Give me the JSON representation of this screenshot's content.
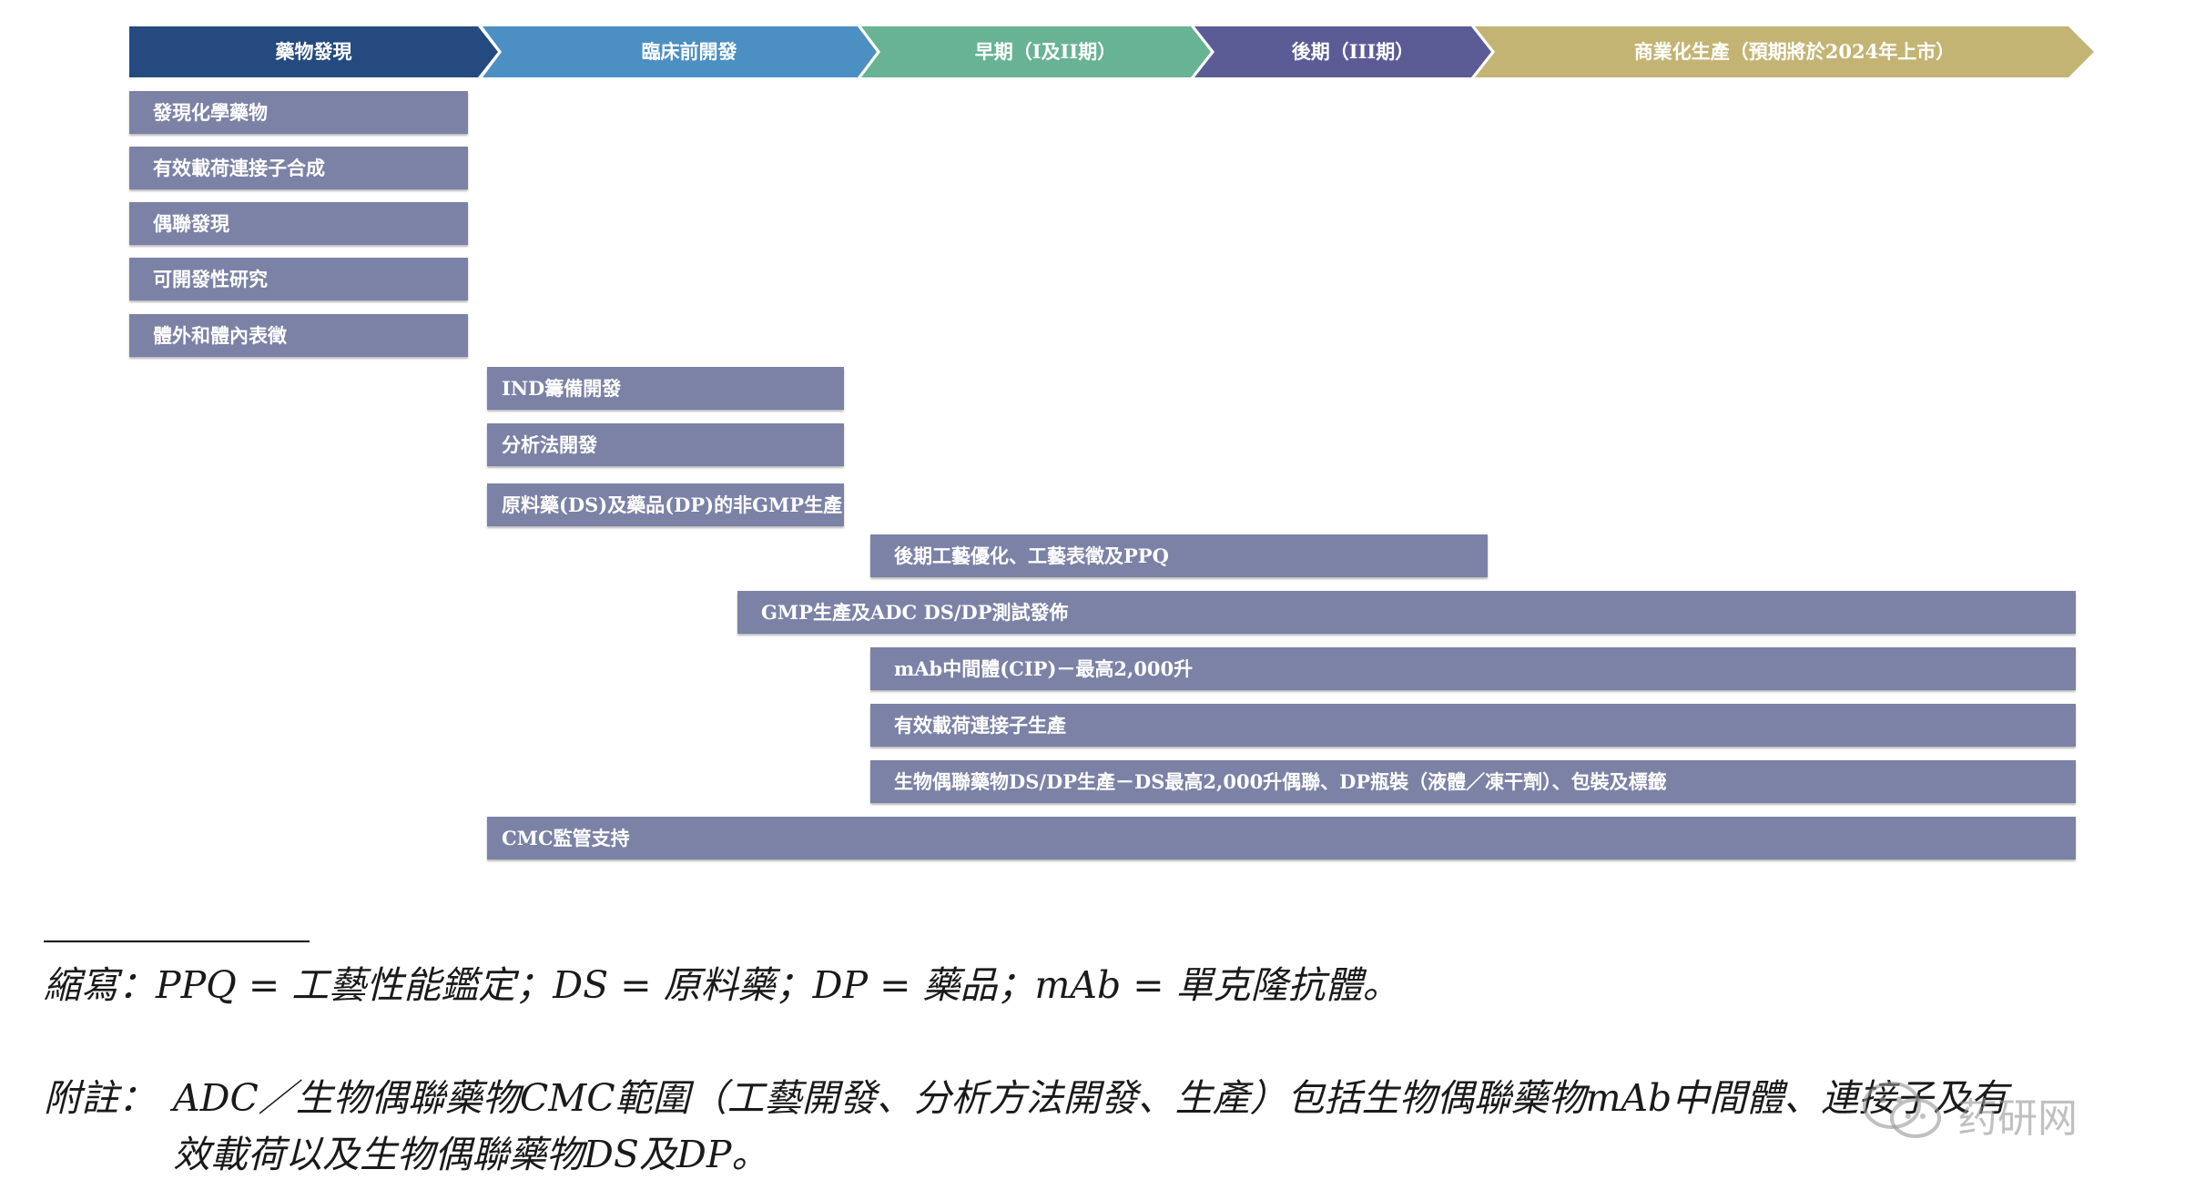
{
  "stages": [
    {
      "label": "藥物發現",
      "color": "#254a80"
    },
    {
      "label": "臨床前開發",
      "color": "#4b8fc3"
    },
    {
      "label": "早期（I及II期）",
      "color": "#67b394"
    },
    {
      "label": "後期（III期）",
      "color": "#5b5c96"
    },
    {
      "label": "商業化生產（預期將於2024年上市）",
      "color": "#c4b474"
    }
  ],
  "tasks": [
    "發現化學藥物",
    "有效載荷連接子合成",
    "偶聯發現",
    "可開發性研究",
    "體外和體內表徵",
    "IND籌備開發",
    "分析法開發",
    "原料藥(DS)及藥品(DP)的非GMP生產",
    "後期工藝優化、工藝表徵及PPQ",
    "GMP生產及ADC DS/DP測試發佈",
    "mAb中間體(CIP)－最高2,000升",
    "有效載荷連接子生產",
    "生物偶聯藥物DS/DP生產－DS最高2,000升偶聯、DP瓶裝（液體／凍干劑）、包裝及標籤",
    "CMC監管支持"
  ],
  "colors": {
    "task_bar": "#7b82a6"
  },
  "footnotes": {
    "abbreviations": "縮寫：PPQ = 工藝性能鑑定；DS = 原料藥；DP = 藥品；mAb = 單克隆抗體。",
    "note_label": "附註：",
    "note_line1": "ADC／生物偶聯藥物CMC範圍（工藝開發、分析方法開發、生產）包括生物偶聯藥物mAb中間體、連接子及有",
    "note_line2": "效載荷以及生物偶聯藥物DS及DP。"
  },
  "watermark": {
    "text": "药研网",
    "icon": "wechat-icon"
  }
}
